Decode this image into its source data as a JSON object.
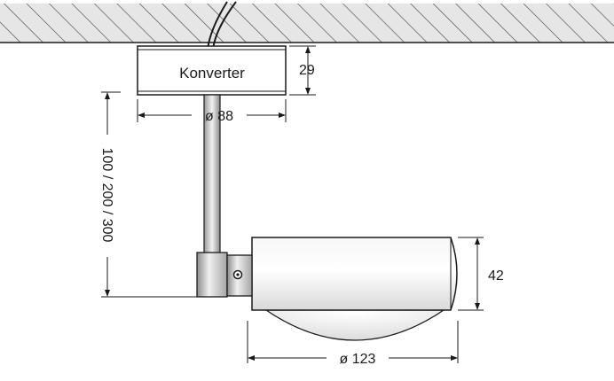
{
  "labels": {
    "converter": "Konverter",
    "converter_height": "29",
    "converter_diameter": "ø 88",
    "stem_length": "100 / 200 / 300",
    "head_height": "42",
    "head_diameter": "ø 123"
  },
  "colors": {
    "line": "#1a1a1a",
    "ceiling_fill": "#e6e6e6",
    "hatch": "#555555"
  }
}
